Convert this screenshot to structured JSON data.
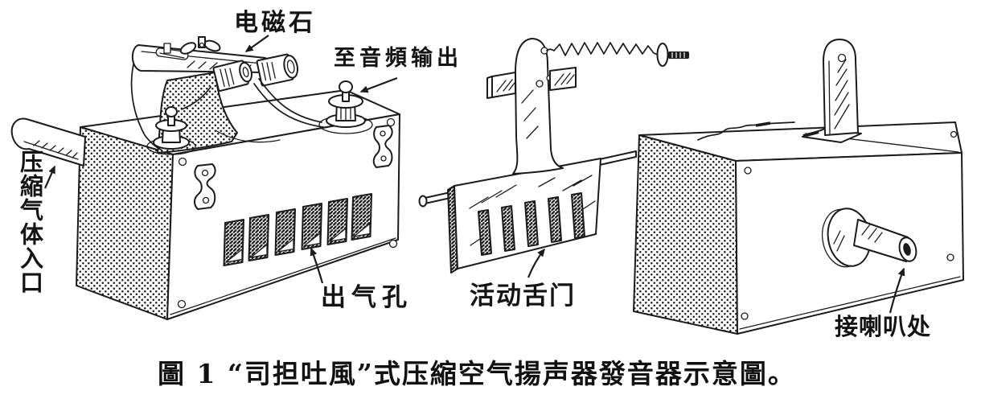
{
  "figure": {
    "caption": "圖 1  “司担吐風”式压縮空气揚声器發音器示意圖。",
    "labels": {
      "electromagnet": "电磁石",
      "audio_output": "至音頻输出",
      "air_inlet": "压縮气体入口",
      "air_outlet_holes": "出气孔",
      "movable_valve": "活动舌门",
      "horn_connection": "接喇叭处"
    },
    "colors": {
      "ink": "#1b1b1b",
      "paper": "#ffffff"
    }
  }
}
